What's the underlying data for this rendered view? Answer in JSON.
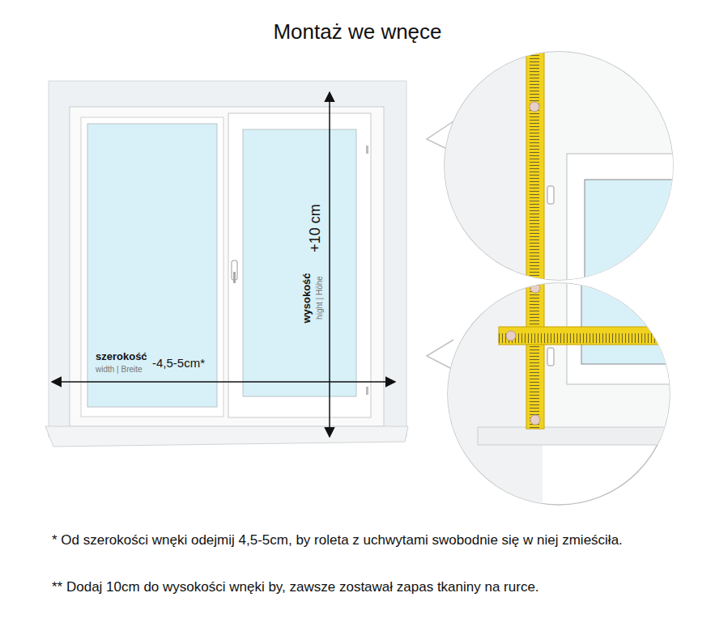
{
  "diagram": {
    "title": "Montaż we wnęce",
    "labels": [
      "szerokość",
      "width | Breite",
      "-4,5-5cm*",
      "wysokość",
      "hight | Höhe",
      "+10 cm",
      "* Od szerokości wnęki odejmij 4,5-5cm, by roleta z uchwytami swobodnie się w niej zmieściła.",
      "** Dodaj 10cm do wysokości wnęki by, zawsze zostawał zapas tkaniny na rurce."
    ]
  }
}
